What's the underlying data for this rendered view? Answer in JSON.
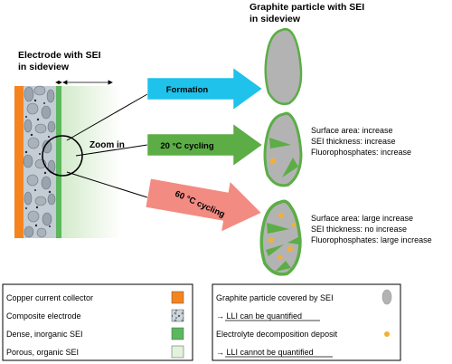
{
  "title_right_line1": "Graphite particle with SEI",
  "title_right_line2": "in sideview",
  "title_left_line1": "Electrode with SEI",
  "title_left_line2": "in sideview",
  "zoom_label": "Zoom in",
  "arrows": [
    {
      "label": "Formation",
      "color": "#1ec2ea",
      "text_color": "#ffffff"
    },
    {
      "label": "20 °C cycling",
      "color": "#5cad46",
      "text_color": "#ffffff"
    },
    {
      "label": "60 °C cycling",
      "color": "#f28b82",
      "text_color": "#ffffff"
    }
  ],
  "info_20c": [
    "Surface area: increase",
    "SEI thickness: increase",
    "Fluorophosphates: increase"
  ],
  "info_60c": [
    "Surface area: large increase",
    "SEI thickness: no increase",
    "Fluorophosphates: large increase"
  ],
  "legend_left": [
    {
      "label": "Copper current collector",
      "swatch": "copper"
    },
    {
      "label": "Composite electrode",
      "swatch": "composite"
    },
    {
      "label": "Dense, inorganic SEI",
      "swatch": "dense"
    },
    {
      "label": "Porous, organic SEI",
      "swatch": "porous"
    }
  ],
  "legend_right": [
    {
      "label": "Graphite particle covered by SEI",
      "swatch": "particle",
      "underline": false
    },
    {
      "label": "→ LLI can be quantified",
      "swatch": "none",
      "underline": true
    },
    {
      "label": "Electrolyte decomposition deposit",
      "swatch": "deposit",
      "underline": false
    },
    {
      "label": "→ LLI cannot be quantified",
      "swatch": "none",
      "underline": true
    }
  ],
  "colors": {
    "copper": "#f5841f",
    "dense_sei": "#5cb85c",
    "porous_sei": "#e2f2dc",
    "graphite": "#b3b3b3",
    "sei_rim": "#5cad46",
    "deposit": "#f2b134"
  }
}
